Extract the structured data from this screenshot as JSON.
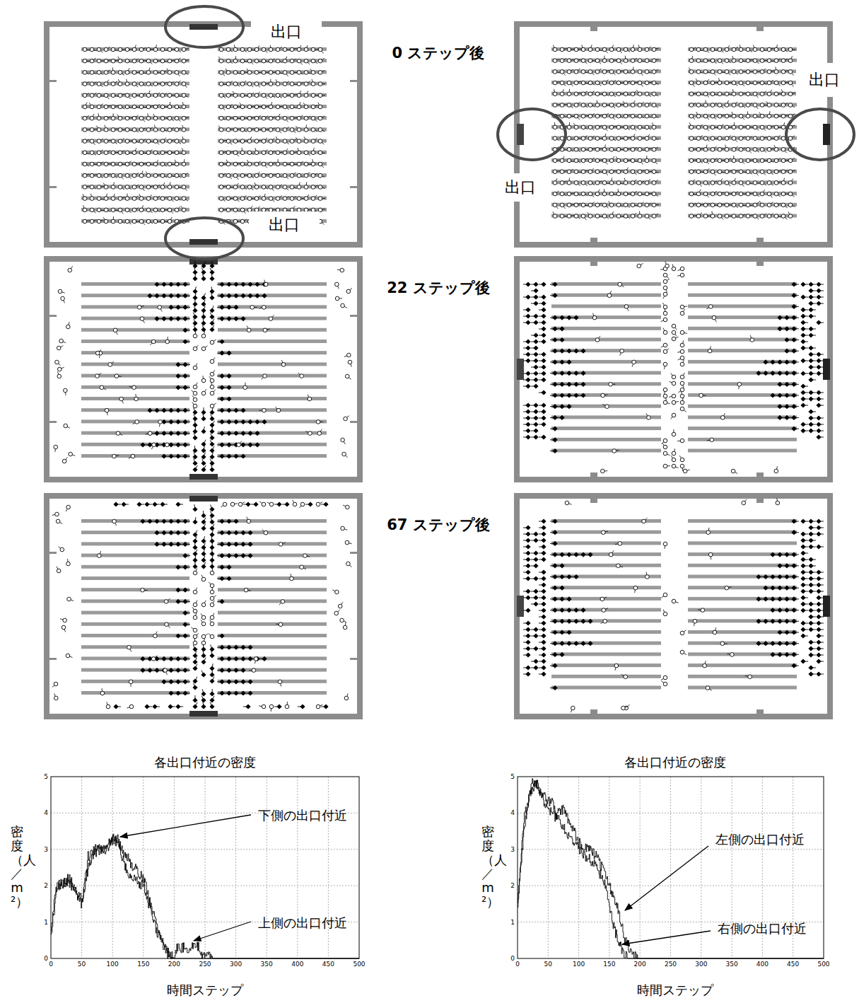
{
  "diagram": {
    "labels": [
      "出口",
      "出口",
      "0 ステップ後",
      "出口",
      "出口",
      "22 ステップ後",
      "67 ステップ後",
      "各出口付近の密度",
      "密度（人／m²）",
      "下側の出口付近",
      "上側の出口付近",
      "時間ステップ",
      "各出口付近の密度",
      "密度（人／m²）",
      "左側の出口付近",
      "右側の出口付近",
      "時間ステップ",
      "0",
      "1",
      "2",
      "3",
      "4",
      "5",
      "0",
      "50",
      "100",
      "150",
      "200",
      "250",
      "300",
      "350",
      "400",
      "450",
      "500",
      "0",
      "1",
      "2",
      "3",
      "4",
      "5",
      "0",
      "50",
      "100",
      "150",
      "200",
      "250",
      "300",
      "350",
      "400",
      "450",
      "500"
    ]
  }
}
